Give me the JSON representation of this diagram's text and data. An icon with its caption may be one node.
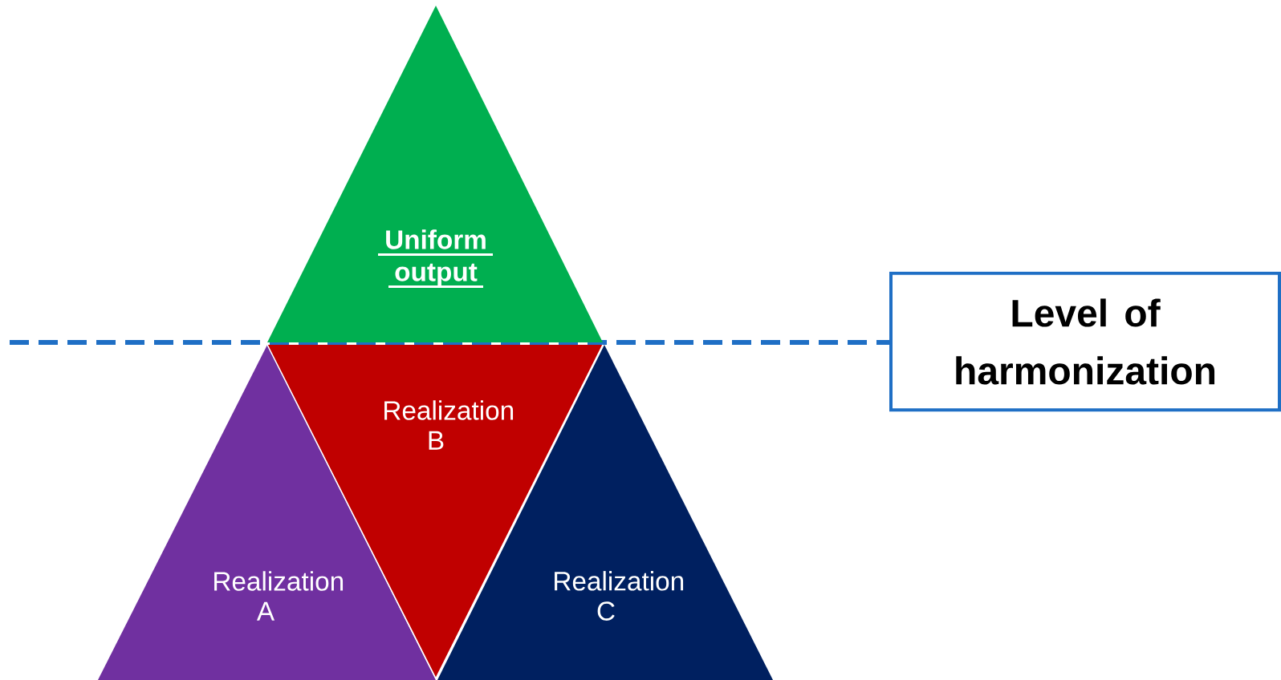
{
  "diagram": {
    "nodes": [
      {
        "text": [
          "Uniform output"
        ]
      },
      {
        "text": [
          "Realization B"
        ]
      },
      {
        "text": [
          "Realization A"
        ]
      },
      {
        "text": [
          "Realization C"
        ]
      },
      {
        "text": [
          "Level of harmonization"
        ]
      }
    ]
  }
}
